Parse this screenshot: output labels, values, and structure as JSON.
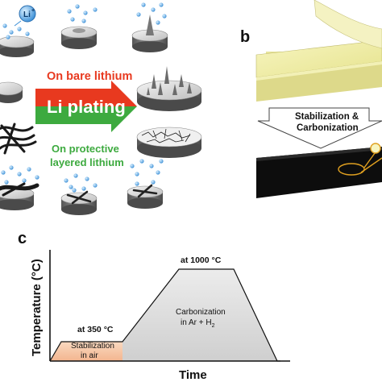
{
  "panel_a": {
    "label_bare": "On bare lithium",
    "arrow_label": "Li plating",
    "label_protective_1": "On protective",
    "label_protective_2": "layered lithium",
    "ion_label": "Li",
    "ion_charge": "+"
  },
  "panel_b": {
    "label": "b",
    "process_1": "Stabilization &",
    "process_2": "Carbonization"
  },
  "panel_c": {
    "label": "c",
    "ylabel": "Temperature (°C)",
    "xlabel": "Time",
    "annot_350": "at 350 °C",
    "annot_1000": "at 1000 °C",
    "stab_line1": "Stabilization",
    "stab_line2": "in air",
    "carb_line1": "Carbonization",
    "carb_line2": "in Ar + H",
    "carb_sub": "2"
  },
  "colors": {
    "red": "#e8391f",
    "green": "#3daa3f",
    "stabilization_fill": "#f6c8a8",
    "carbonization_fill": "#d9d9d9",
    "film": "#f2f0a8"
  }
}
